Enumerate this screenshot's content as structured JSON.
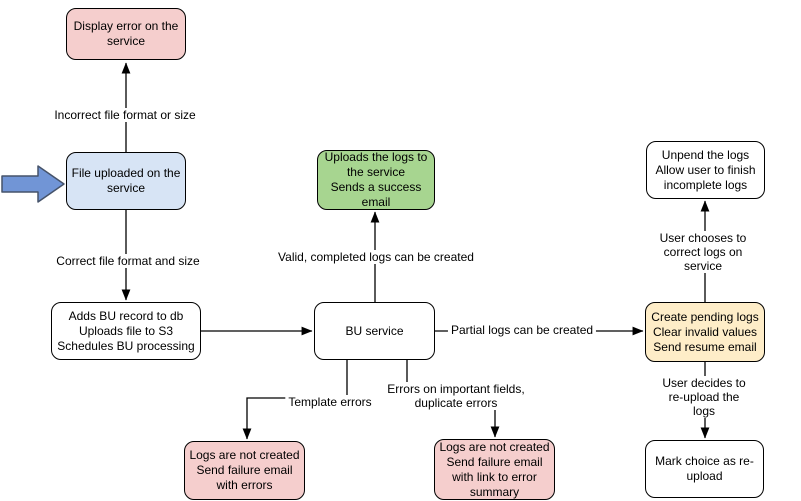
{
  "diagram": {
    "palette": {
      "pink": "#f5cecd",
      "blue": "#d7e4f5",
      "green": "#a7d590",
      "yellow": "#feedc8",
      "white": "#ffffff",
      "border": "#000000",
      "pointer_fill": "#7195d6",
      "pointer_stroke": "#46536a"
    },
    "nodes": {
      "display_error": {
        "text": "Display error on the\nservice",
        "color": "pink"
      },
      "file_uploaded": {
        "text": "File uploaded on the\nservice",
        "color": "blue"
      },
      "adds_bu_record": {
        "text": "Adds BU record to db\nUploads file to S3\nSchedules BU processing",
        "color": "white"
      },
      "uploads_logs": {
        "text": "Uploads the logs to\nthe service\nSends a success\nemail",
        "color": "green"
      },
      "bu_service": {
        "text": "BU service",
        "color": "white"
      },
      "unpend_logs": {
        "text": "Unpend the logs\nAllow user to finish\nincomplete logs",
        "color": "white"
      },
      "create_pending": {
        "text": "Create pending logs\nClear invalid values\nSend resume email",
        "color": "yellow"
      },
      "logs_not_created_errors": {
        "text": "Logs are not created\nSend failure email\nwith errors",
        "color": "pink"
      },
      "logs_not_created_summary": {
        "text": "Logs are not created\nSend failure email\nwith link to error\nsummary",
        "color": "pink"
      },
      "mark_choice": {
        "text": "Mark choice as re-\nupload",
        "color": "white"
      }
    },
    "edges": [
      {
        "from": "file_uploaded",
        "to": "display_error",
        "label": "Incorrect file format or size"
      },
      {
        "from": "file_uploaded",
        "to": "adds_bu_record",
        "label": "Correct file format and size"
      },
      {
        "from": "adds_bu_record",
        "to": "bu_service",
        "label": ""
      },
      {
        "from": "bu_service",
        "to": "uploads_logs",
        "label": "Valid, completed logs can be created"
      },
      {
        "from": "bu_service",
        "to": "create_pending",
        "label": "Partial logs can be created"
      },
      {
        "from": "create_pending",
        "to": "unpend_logs",
        "label": "User chooses to correct logs on service"
      },
      {
        "from": "create_pending",
        "to": "mark_choice",
        "label": "User decides to re-upload the logs"
      },
      {
        "from": "bu_service",
        "to": "logs_not_created_errors",
        "label": "Template errors"
      },
      {
        "from": "bu_service",
        "to": "logs_not_created_summary",
        "label": "Errors on important fields,\nduplicate errors"
      }
    ]
  }
}
